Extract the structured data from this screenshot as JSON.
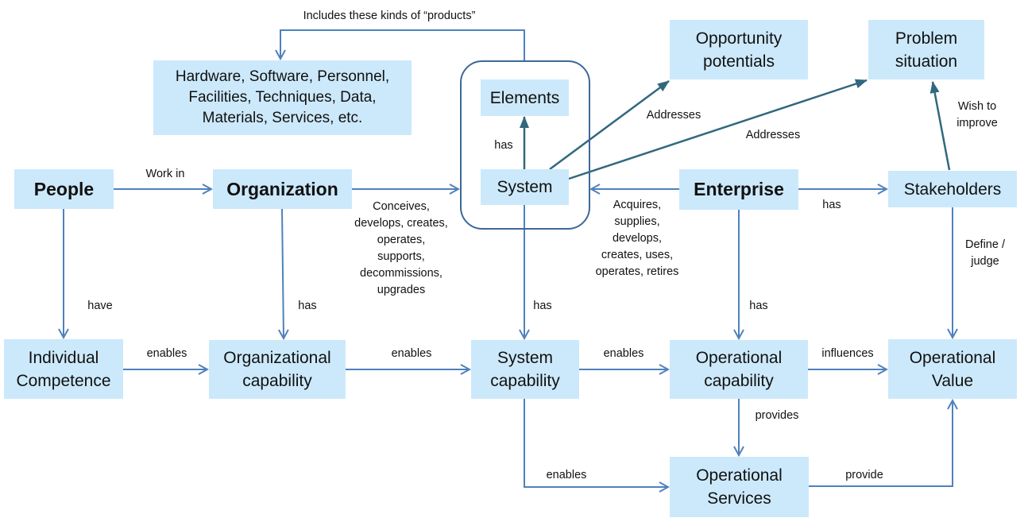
{
  "diagram": {
    "colors": {
      "box_fill": "#cce9fb",
      "arrow_primary": "#4f81bd",
      "arrow_dark": "#31687e",
      "group_border": "#3d6898"
    },
    "nodes": {
      "people": "People",
      "organization": "Organization",
      "system": "System",
      "elements": "Elements",
      "enterprise": "Enterprise",
      "stakeholders": "Stakeholders",
      "products": "Hardware, Software, Personnel,\nFacilities, Techniques, Data,\nMaterials, Services, etc.",
      "opportunity": "Opportunity\npotentials",
      "problem": "Problem\nsituation",
      "individual_competence": "Individual\nCompetence",
      "organizational_capability": "Organizational\ncapability",
      "system_capability": "System\ncapability",
      "operational_capability": "Operational\ncapability",
      "operational_value": "Operational\nValue",
      "operational_services": "Operational\nServices"
    },
    "edges": {
      "includes": "Includes these kinds of “products”",
      "work_in": "Work in",
      "conceives": "Conceives,\ndevelops, creates,\noperates,\nsupports,\ndecommissions,\nupgrades",
      "system_has_elements": "has",
      "addresses_opportunity": "Addresses",
      "addresses_problem": "Addresses",
      "wish_to_improve": "Wish to\nimprove",
      "acquires": "Acquires,\nsupplies,\ndevelops,\ncreates, uses,\noperates, retires",
      "enterprise_has_stakeholders": "has",
      "define_judge": "Define /\njudge",
      "have": "have",
      "org_has": "has",
      "system_has": "has",
      "enterprise_has": "has",
      "enables_ic": "enables",
      "enables_oc": "enables",
      "enables_sc": "enables",
      "influences": "influences",
      "provides": "provides",
      "enables_services": "enables",
      "provide": "provide"
    }
  }
}
